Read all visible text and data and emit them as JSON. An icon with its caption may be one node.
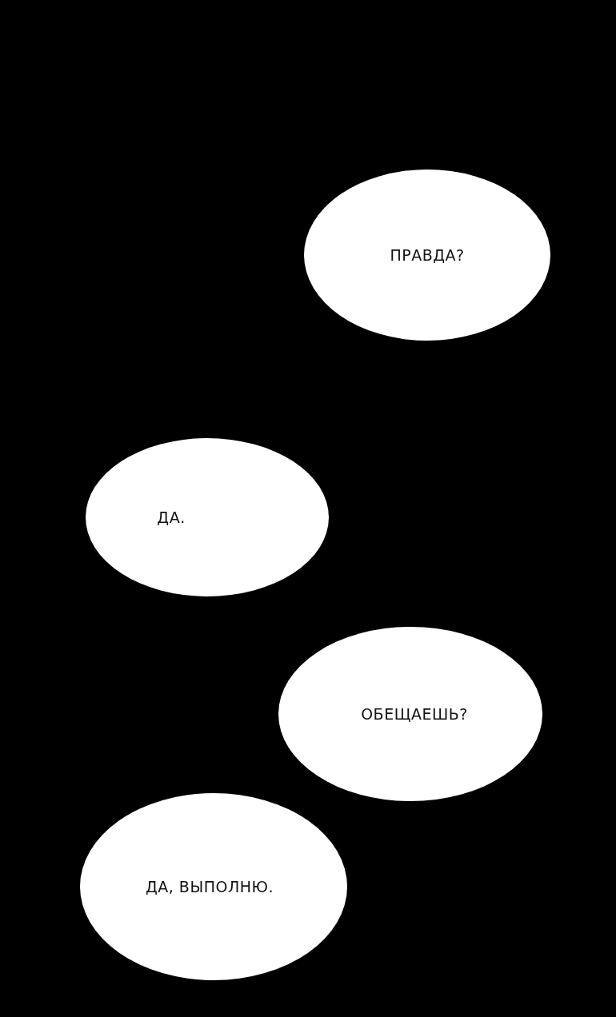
{
  "diagram": {
    "nodes": [
      {
        "text": [
          "ПРАВДА?"
        ]
      },
      {
        "text": [
          "ДА."
        ]
      },
      {
        "text": [
          "ОБЕЩАЕШЬ?"
        ]
      },
      {
        "text": [
          "ДА, ВЫПОЛНЮ."
        ]
      }
    ]
  }
}
